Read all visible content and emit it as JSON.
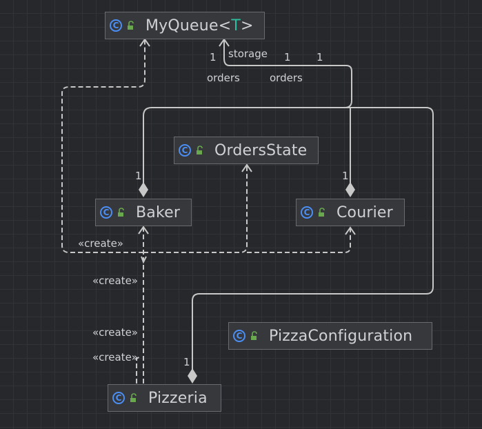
{
  "classes": {
    "myqueue": {
      "name": "MyQueue",
      "type_open": "<",
      "type_param": "T",
      "type_close": ">"
    },
    "ordersstate": {
      "name": "OrdersState"
    },
    "baker": {
      "name": "Baker"
    },
    "courier": {
      "name": "Courier"
    },
    "pizzaconfiguration": {
      "name": "PizzaConfiguration"
    },
    "pizzeria": {
      "name": "Pizzeria"
    }
  },
  "labels": {
    "storage": "storage",
    "orders_left": "orders",
    "orders_right": "orders",
    "mult_myqueue_1": "1",
    "mult_myqueue_2": "1",
    "mult_myqueue_3": "1",
    "mult_baker": "1",
    "mult_courier": "1",
    "mult_pizzeria": "1",
    "create_1": "«create»",
    "create_2": "«create»",
    "create_3": "«create»",
    "create_4": "«create»"
  },
  "icons": {
    "class_icon_glyph": "C"
  },
  "colors": {
    "class_icon": "#4b8ff5",
    "lock_icon": "#6aa84f",
    "type_param": "#2cbfa0",
    "edge": "#c8c8c8"
  }
}
